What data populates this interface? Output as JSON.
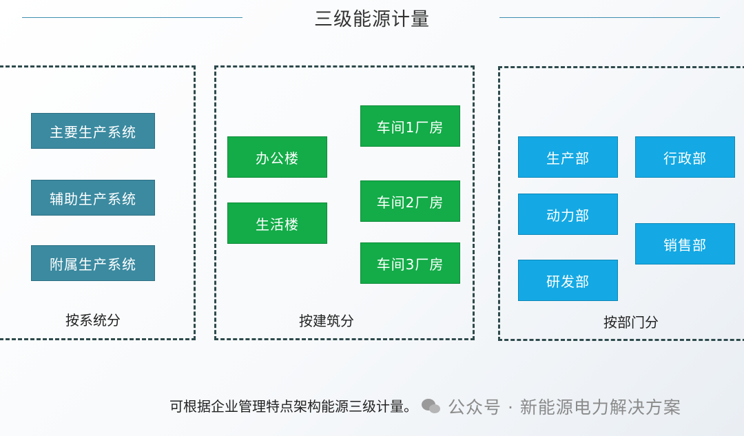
{
  "title": "三级能源计量",
  "groups": {
    "system": {
      "caption": "按系统分",
      "items": [
        "主要生产系统",
        "辅助生产系统",
        "附属生产系统"
      ]
    },
    "building": {
      "caption": "按建筑分",
      "left_items": [
        "办公楼",
        "生活楼"
      ],
      "right_items": [
        "车间1厂房",
        "车间2厂房",
        "车间3厂房"
      ]
    },
    "department": {
      "caption": "按部门分",
      "left_items": [
        "生产部",
        "动力部",
        "研发部"
      ],
      "right_items": [
        "行政部",
        "销售部"
      ]
    }
  },
  "footer_text": "可根据企业管理特点架构能源三级计量。",
  "watermark": {
    "icon": "wechat-icon",
    "text": "公众号 · 新能源电力解决方案"
  },
  "colors": {
    "system_box": "#3b8aa0",
    "building_box": "#13ac48",
    "department_box": "#14a9e4",
    "dashed_border": "#2e4a4c",
    "title_line": "#3f8fb0"
  }
}
